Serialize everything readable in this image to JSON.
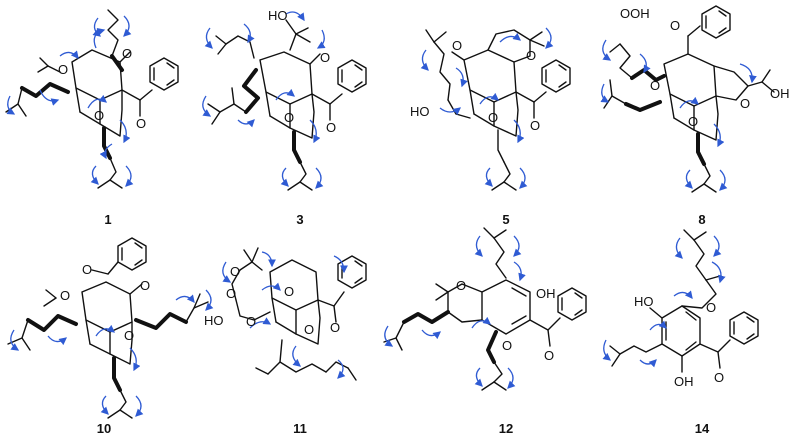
{
  "figure": {
    "colors": {
      "bond": "#111111",
      "hmbc_arrow": "#2f5bd3",
      "background": "#ffffff"
    },
    "compounds": [
      {
        "id": "c1",
        "label": "1",
        "atoms": [
          "O",
          "O",
          "O",
          "O"
        ]
      },
      {
        "id": "c3",
        "label": "3",
        "atoms": [
          "HO",
          "O",
          "O",
          "O"
        ]
      },
      {
        "id": "c5",
        "label": "5",
        "atoms": [
          "O",
          "O",
          "O",
          "O",
          "HO"
        ]
      },
      {
        "id": "c8",
        "label": "8",
        "atoms": [
          "OOH",
          "O",
          "O",
          "O",
          "O",
          "OH"
        ]
      },
      {
        "id": "c10",
        "label": "10",
        "atoms": [
          "O",
          "O",
          "O",
          "O"
        ]
      },
      {
        "id": "c11",
        "label": "11",
        "atoms": [
          "HO",
          "O",
          "O",
          "O",
          "O",
          "O",
          "O"
        ]
      },
      {
        "id": "c12",
        "label": "12",
        "atoms": [
          "O",
          "OH",
          "O",
          "O"
        ]
      },
      {
        "id": "c14",
        "label": "14",
        "atoms": [
          "HO",
          "O",
          "OH",
          "O"
        ]
      }
    ]
  }
}
